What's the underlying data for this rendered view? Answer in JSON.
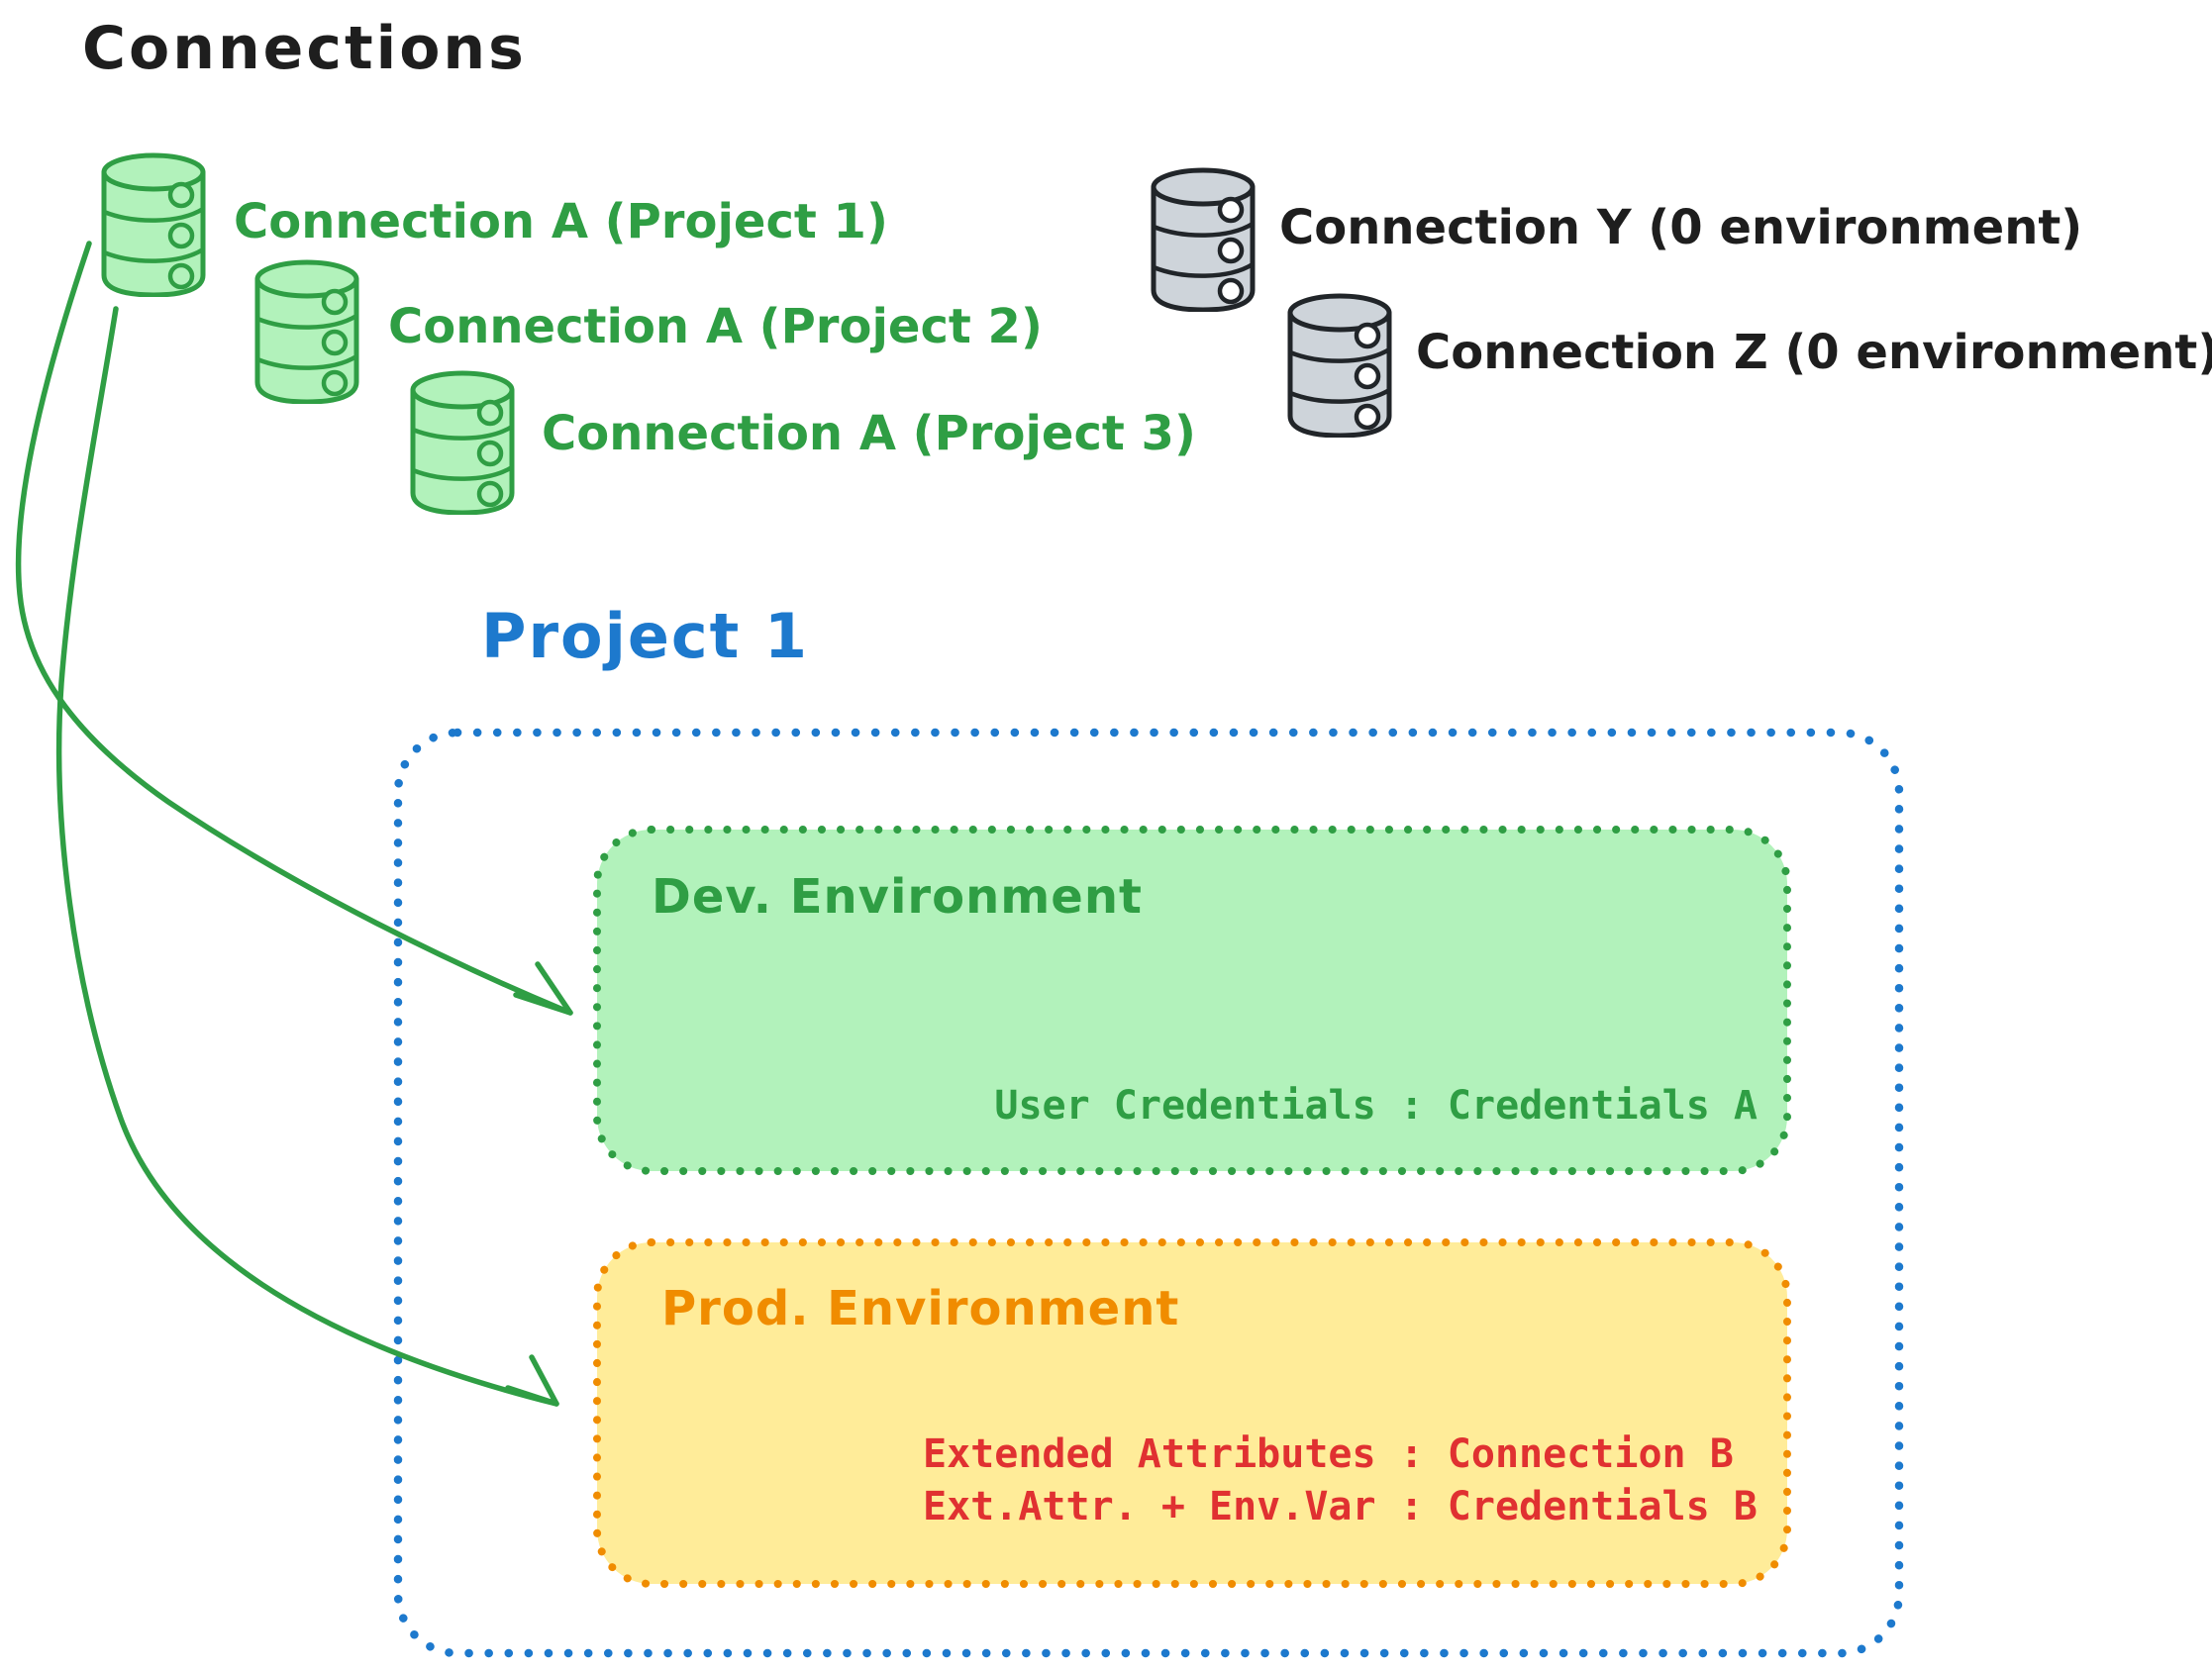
{
  "diagram_title": "Connections",
  "palette": {
    "green_stroke": "#2f9e44",
    "green_fill": "#b2f2bb",
    "gray_stroke": "#212529",
    "gray_fill": "#ced4da",
    "blue": "#1d79cd",
    "orange_stroke": "#f08c00",
    "yellow_fill": "#ffec99",
    "red": "#e03131",
    "text": "#1e1e1e"
  },
  "connection_groups": {
    "assigned": {
      "items": [
        {
          "label": "Connection A (Project 1)"
        },
        {
          "label": "Connection A (Project 2)"
        },
        {
          "label": "Connection A (Project 3)"
        }
      ]
    },
    "unassigned": {
      "items": [
        {
          "label": "Connection Y (0 environment)"
        },
        {
          "label": "Connection Z (0 environment)"
        }
      ]
    }
  },
  "project": {
    "title": "Project 1",
    "environments": {
      "dev": {
        "title": "Dev. Environment",
        "mapping": "User Credentials : Credentials A"
      },
      "prod": {
        "title": "Prod. Environment",
        "mapping_line1": "Extended Attributes : Connection B",
        "mapping_line2": "Ext.Attr. + Env.Var : Credentials B"
      }
    }
  }
}
